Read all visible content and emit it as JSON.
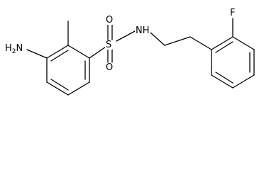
{
  "molecule": {
    "atoms": {
      "amine": {
        "element": "N",
        "hydrogens": "2"
      },
      "sulfur": {
        "element": "S"
      },
      "oxygen_top": {
        "element": "O"
      },
      "oxygen_bottom": {
        "element": "O"
      },
      "amide_nh": {
        "text": "NH"
      },
      "fluorine": {
        "element": "F"
      }
    }
  },
  "colors": {
    "line": "#000000",
    "background": "#ffffff"
  }
}
